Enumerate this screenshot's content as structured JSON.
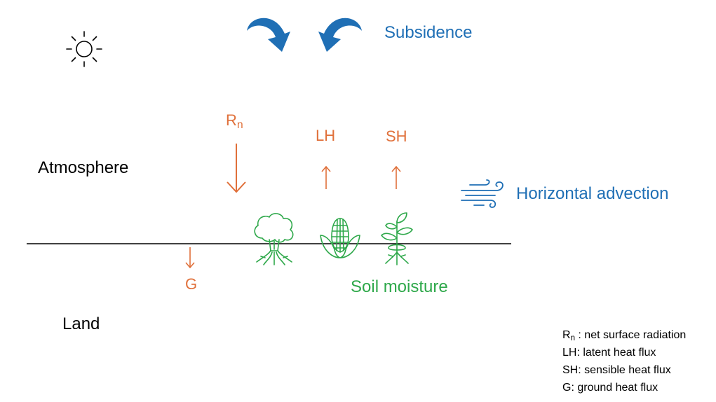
{
  "colors": {
    "flux": "#e0703a",
    "atmospheric": "#1f6fb5",
    "surface": "#2ea84a",
    "line": "#000000"
  },
  "icons": [
    "sun-icon",
    "subsidence-arrow-right-icon",
    "subsidence-arrow-left-icon",
    "wind-icon",
    "tree-icon",
    "corn-icon",
    "seedling-icon"
  ],
  "labels": {
    "subsidence": "Subsidence",
    "atmosphere": "Atmosphere",
    "horizontal_advection": "Horizontal advection",
    "soil_moisture": "Soil moisture",
    "land": "Land",
    "rn_main": "R",
    "rn_sub": "n",
    "lh": "LH",
    "sh": "SH",
    "g": "G"
  },
  "legend": {
    "rn_main": "R",
    "rn_sub": "n",
    "rn_text": " : net surface radiation",
    "lh": "LH: latent heat flux",
    "sh": "SH: sensible heat flux",
    "g": "G: ground heat flux"
  }
}
